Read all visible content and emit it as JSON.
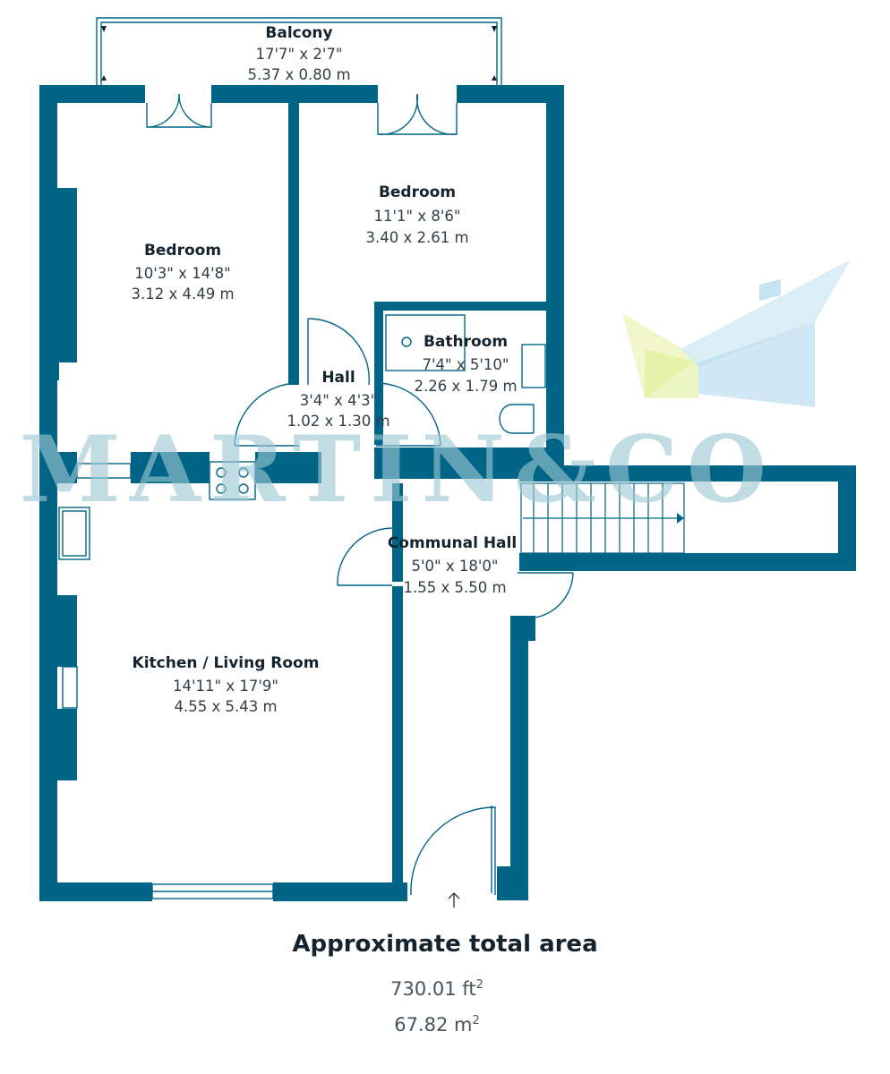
{
  "rooms": [
    {
      "id": "balcony",
      "name": "Balcony",
      "dim_imperial": "17'7\" x 2'7\"",
      "dim_metric": "5.37 x 0.80 m"
    },
    {
      "id": "bedroom-left",
      "name": "Bedroom",
      "dim_imperial": "10'3\" x 14'8\"",
      "dim_metric": "3.12 x 4.49 m"
    },
    {
      "id": "bedroom-right",
      "name": "Bedroom",
      "dim_imperial": "11'1\" x 8'6\"",
      "dim_metric": "3.40 x 2.61 m"
    },
    {
      "id": "bathroom",
      "name": "Bathroom",
      "dim_imperial": "7'4\" x 5'10\"",
      "dim_metric": "2.26 x 1.79 m"
    },
    {
      "id": "hall",
      "name": "Hall",
      "dim_imperial": "3'4\" x 4'3\"",
      "dim_metric": "1.02 x 1.30 m"
    },
    {
      "id": "communal-hall",
      "name": "Communal Hall",
      "dim_imperial": "5'0\" x 18'0\"",
      "dim_metric": "1.55 x 5.50 m"
    },
    {
      "id": "kitchen-living",
      "name": "Kitchen / Living Room",
      "dim_imperial": "14'11\" x 17'9\"",
      "dim_metric": "4.55 x 5.43 m"
    }
  ],
  "watermark": {
    "brand": "MARTIN&CO"
  },
  "summary": {
    "title": "Approximate total area",
    "area_ft_value": "730.01 ft",
    "area_ft_exp": "2",
    "area_m_value": "67.82 m",
    "area_m_exp": "2"
  },
  "colors": {
    "wall": "#006487",
    "watermark": "#9dc6d3",
    "text": "#14232e"
  }
}
